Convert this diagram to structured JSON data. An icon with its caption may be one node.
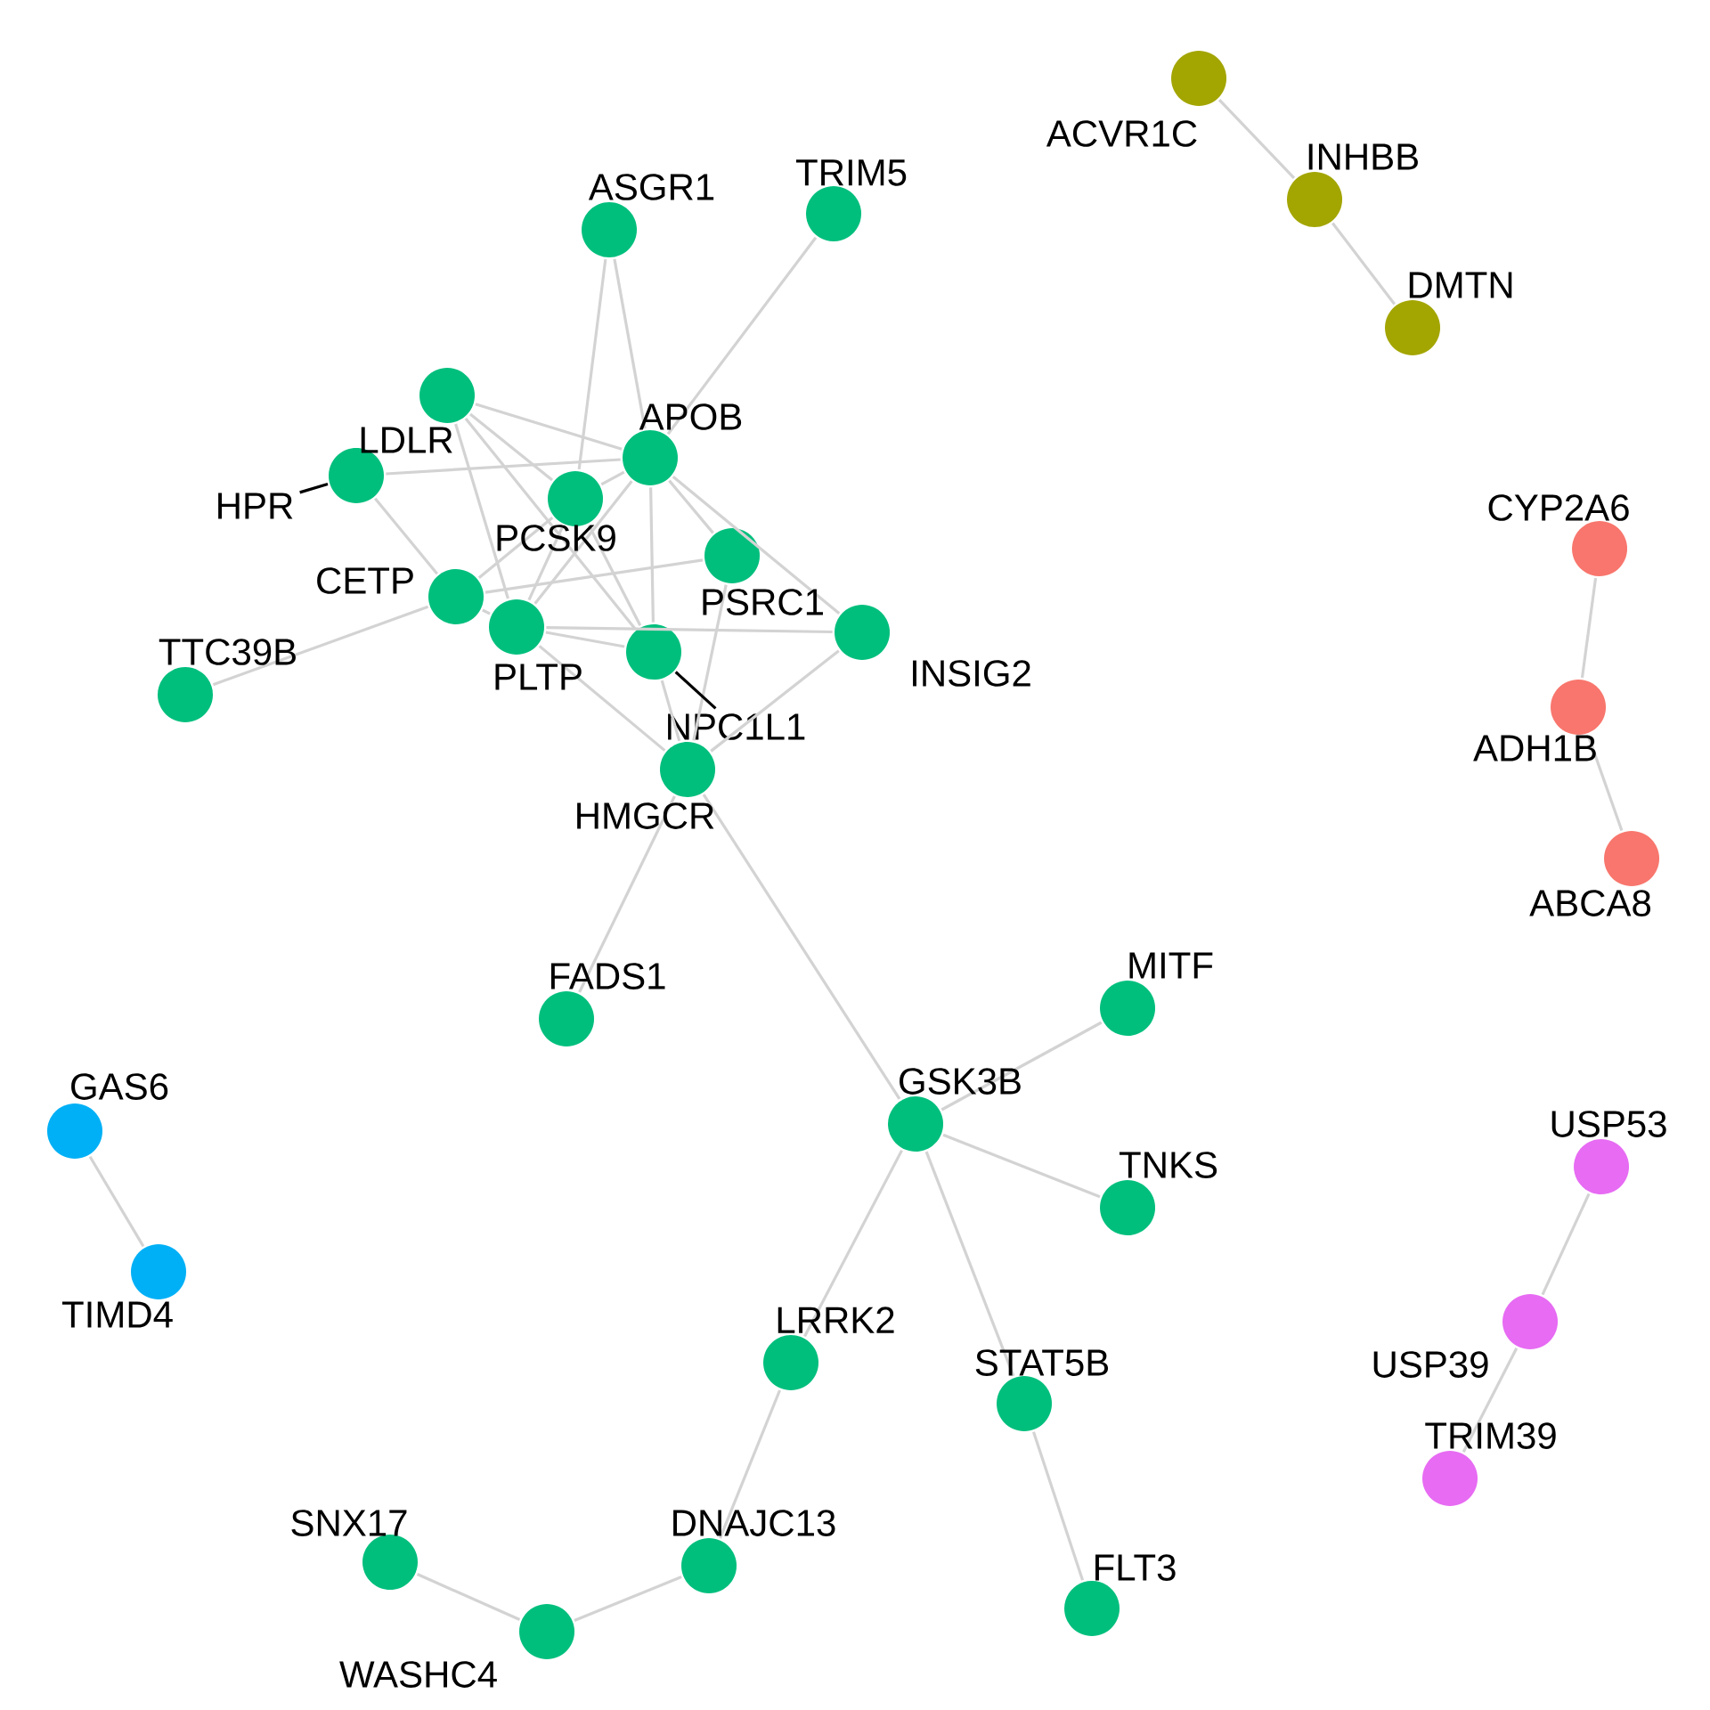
{
  "diagram": {
    "nodes": [
      {
        "text": [
          "ACVR1C"
        ]
      },
      {
        "text": [
          "INHBB"
        ]
      },
      {
        "text": [
          "DMTN"
        ]
      },
      {
        "text": [
          "ASGR1"
        ]
      },
      {
        "text": [
          "TRIM5"
        ]
      },
      {
        "text": [
          "LDLR"
        ]
      },
      {
        "text": [
          "APOB"
        ]
      },
      {
        "text": [],
        "shape": "circle"
      },
      {
        "text": [
          "PCSK9"
        ]
      },
      {
        "text": [
          "PSRC1"
        ]
      },
      {
        "text": [
          "CETP"
        ]
      },
      {
        "text": [
          "PLTP"
        ]
      },
      {
        "text": [],
        "shape": "circle"
      },
      {
        "text": [
          "INSIG2"
        ]
      },
      {
        "text": [
          "TTC39B"
        ]
      },
      {
        "text": [
          "HMGCR"
        ]
      },
      {
        "text": [
          "FADS1"
        ]
      },
      {
        "text": [
          "MITF"
        ]
      },
      {
        "text": [
          "GSK3B"
        ]
      },
      {
        "text": [
          "TNKS"
        ]
      },
      {
        "text": [
          "LRRK2"
        ]
      },
      {
        "text": [
          "STAT5B"
        ]
      },
      {
        "text": [
          "SNX17"
        ]
      },
      {
        "text": [
          "DNAJC13"
        ]
      },
      {
        "text": [
          "WASHC4"
        ]
      },
      {
        "text": [
          "FLT3"
        ]
      },
      {
        "text": [
          "CYP2A6"
        ]
      },
      {
        "text": [
          "ADH1B"
        ]
      },
      {
        "text": [
          "ABCA8"
        ]
      },
      {
        "text": [
          "GAS6"
        ]
      },
      {
        "text": [
          "TIMD4"
        ]
      },
      {
        "text": [
          "USP53"
        ]
      },
      {
        "text": [
          "USP39"
        ]
      },
      {
        "text": [
          "TRIM39"
        ]
      },
      {
        "text": [
          "HPR"
        ]
      },
      {
        "text": [
          "NPC1L1"
        ]
      }
    ],
    "edges": [
      {
        "from": 0,
        "to": 1,
        "arrow": "none"
      },
      {
        "from": 1,
        "to": 2,
        "arrow": "none"
      },
      {
        "from": 3,
        "to": 8,
        "arrow": "none"
      },
      {
        "from": 3,
        "to": 6,
        "arrow": "none"
      },
      {
        "from": 4,
        "to": 6,
        "arrow": "none"
      },
      {
        "from": 5,
        "to": 6,
        "arrow": "none"
      },
      {
        "from": 5,
        "to": 8,
        "arrow": "none"
      },
      {
        "from": 5,
        "to": 11,
        "arrow": "none"
      },
      {
        "from": 5,
        "to": 12,
        "arrow": "none"
      },
      {
        "from": 7,
        "to": 6,
        "arrow": "none"
      },
      {
        "from": 7,
        "to": 10,
        "arrow": "none"
      },
      {
        "from": 6,
        "to": 8,
        "arrow": "none"
      },
      {
        "from": 6,
        "to": 9,
        "arrow": "none"
      },
      {
        "from": 6,
        "to": 11,
        "arrow": "none"
      },
      {
        "from": 6,
        "to": 12,
        "arrow": "none"
      },
      {
        "from": 6,
        "to": 13,
        "arrow": "none"
      },
      {
        "from": 8,
        "to": 10,
        "arrow": "none"
      },
      {
        "from": 8,
        "to": 11,
        "arrow": "none"
      },
      {
        "from": 8,
        "to": 12,
        "arrow": "none"
      },
      {
        "from": 9,
        "to": 10,
        "arrow": "none"
      },
      {
        "from": 9,
        "to": 15,
        "arrow": "none"
      },
      {
        "from": 10,
        "to": 11,
        "arrow": "none"
      },
      {
        "from": 11,
        "to": 12,
        "arrow": "none"
      },
      {
        "from": 11,
        "to": 15,
        "arrow": "none"
      },
      {
        "from": 11,
        "to": 13,
        "arrow": "none"
      },
      {
        "from": 12,
        "to": 15,
        "arrow": "none"
      },
      {
        "from": 13,
        "to": 15,
        "arrow": "none"
      },
      {
        "from": 14,
        "to": 10,
        "arrow": "none"
      },
      {
        "from": 15,
        "to": 16,
        "arrow": "none"
      },
      {
        "from": 15,
        "to": 18,
        "arrow": "none"
      },
      {
        "from": 18,
        "to": 17,
        "arrow": "none"
      },
      {
        "from": 18,
        "to": 19,
        "arrow": "none"
      },
      {
        "from": 18,
        "to": 20,
        "arrow": "none"
      },
      {
        "from": 18,
        "to": 21,
        "arrow": "none"
      },
      {
        "from": 21,
        "to": 25,
        "arrow": "none"
      },
      {
        "from": 20,
        "to": 23,
        "arrow": "none"
      },
      {
        "from": 23,
        "to": 24,
        "arrow": "none"
      },
      {
        "from": 24,
        "to": 22,
        "arrow": "none"
      },
      {
        "from": 26,
        "to": 27,
        "arrow": "none"
      },
      {
        "from": 27,
        "to": 28,
        "arrow": "none"
      },
      {
        "from": 29,
        "to": 30,
        "arrow": "none"
      },
      {
        "from": 31,
        "to": 32,
        "arrow": "none"
      },
      {
        "from": 32,
        "to": 33,
        "arrow": "none"
      },
      {
        "from": 34,
        "to": 7,
        "arrow": "none",
        "color": "#000000"
      },
      {
        "from": 35,
        "to": 12,
        "arrow": "none",
        "color": "#000000"
      }
    ]
  }
}
